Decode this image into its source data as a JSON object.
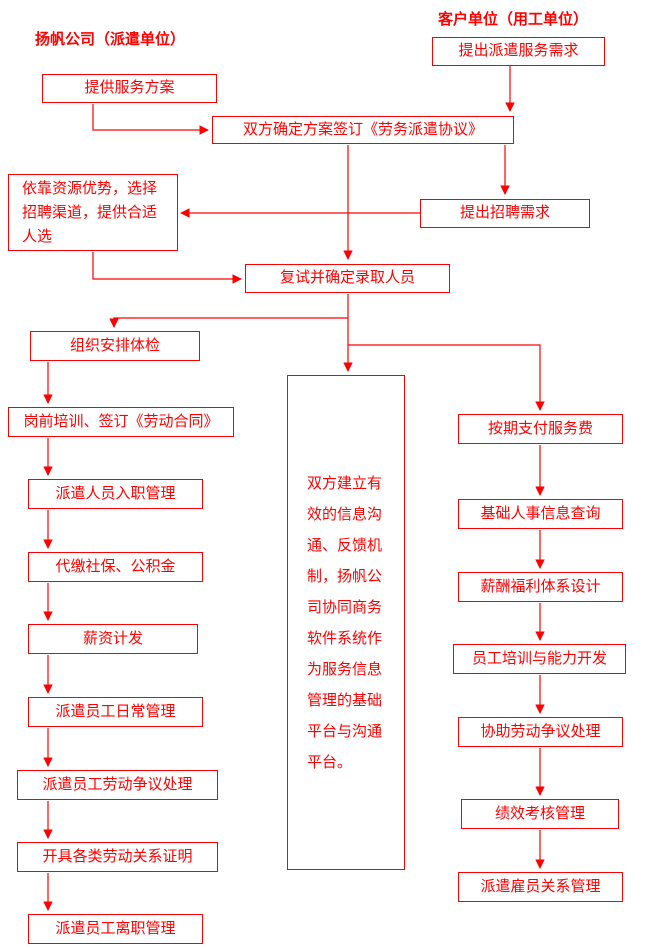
{
  "diagram": {
    "accent_color": "#ff0000",
    "background_color": "#ffffff",
    "title_left": "扬帆公司（派遣单位）",
    "title_right": "客户单位（用工单位）"
  },
  "nodes": {
    "propose_dispatch_demand": "提出派遣服务需求",
    "provide_service_plan": "提供服务方案",
    "confirm_plan_sign_agreement": "双方确定方案签订《劳务派遣协议》",
    "select_recruitment_channels": "依靠资源优势，选择招聘渠道，提供合适人选",
    "propose_recruitment_demand": "提出招聘需求",
    "reinterview_confirm_hires": "复试并确定录取人员",
    "organize_physical_exam": "组织安排体检",
    "pre_job_training_contract": "岗前培训、签订《劳动合同》",
    "info_platform_note": "双方建立有效的信息沟通、反馈机制，扬帆公司协同商务软件系统作为服务信息管理的基础平台与沟通平台。",
    "pay_service_fee": "按期支付服务费",
    "onboarding_management": "派遣人员入职管理",
    "hr_info_query": "基础人事信息查询",
    "social_insurance_fund": "代缴社保、公积金",
    "compensation_benefit_design": "薪酬福利体系设计",
    "salary_payment": "薪资计发",
    "training_development": "员工培训与能力开发",
    "daily_management": "派遣员工日常管理",
    "assist_dispute_resolution": "协助劳动争议处理",
    "dispute_handling": "派遣员工劳动争议处理",
    "performance_management": "绩效考核管理",
    "issue_labor_certificates": "开具各类劳动关系证明",
    "employee_relations_management": "派遣雇员关系管理",
    "offboarding_management": "派遣员工离职管理"
  },
  "edges": [
    {
      "from": "propose_dispatch_demand",
      "to": "confirm_plan_sign_agreement"
    },
    {
      "from": "provide_service_plan",
      "to": "confirm_plan_sign_agreement"
    },
    {
      "from": "confirm_plan_sign_agreement",
      "to": "propose_recruitment_demand"
    },
    {
      "from": "confirm_plan_sign_agreement",
      "to": "reinterview_confirm_hires"
    },
    {
      "from": "propose_recruitment_demand",
      "to": "select_recruitment_channels"
    },
    {
      "from": "select_recruitment_channels",
      "to": "reinterview_confirm_hires"
    },
    {
      "from": "reinterview_confirm_hires",
      "to": "organize_physical_exam"
    },
    {
      "from": "reinterview_confirm_hires",
      "to": "info_platform_note"
    },
    {
      "from": "reinterview_confirm_hires",
      "to": "pay_service_fee"
    },
    {
      "from": "organize_physical_exam",
      "to": "pre_job_training_contract"
    },
    {
      "from": "pre_job_training_contract",
      "to": "onboarding_management"
    },
    {
      "from": "onboarding_management",
      "to": "social_insurance_fund"
    },
    {
      "from": "social_insurance_fund",
      "to": "salary_payment"
    },
    {
      "from": "salary_payment",
      "to": "daily_management"
    },
    {
      "from": "daily_management",
      "to": "dispute_handling"
    },
    {
      "from": "dispute_handling",
      "to": "issue_labor_certificates"
    },
    {
      "from": "issue_labor_certificates",
      "to": "offboarding_management"
    },
    {
      "from": "pay_service_fee",
      "to": "hr_info_query"
    },
    {
      "from": "hr_info_query",
      "to": "compensation_benefit_design"
    },
    {
      "from": "compensation_benefit_design",
      "to": "training_development"
    },
    {
      "from": "training_development",
      "to": "assist_dispute_resolution"
    },
    {
      "from": "assist_dispute_resolution",
      "to": "performance_management"
    },
    {
      "from": "performance_management",
      "to": "employee_relations_management"
    }
  ]
}
